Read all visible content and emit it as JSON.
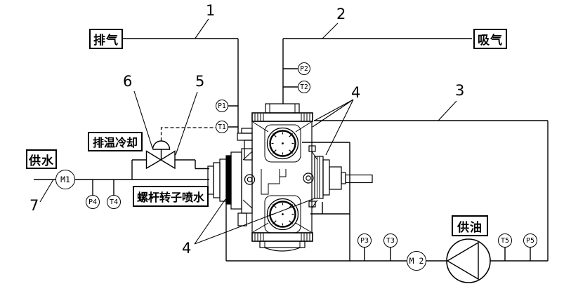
{
  "diagram_type": "screw-compressor-test-rig-PID",
  "labels": {
    "exhaust": "排气",
    "suction": "吸气",
    "water_supply": "供水",
    "oil_supply": "供油",
    "discharge_temp_cooling": "排温冷却",
    "rotor_water_spray": "螺杆转子喷水"
  },
  "instruments": {
    "P1": "P1",
    "T1": "T1",
    "P2": "P2",
    "T2": "T2",
    "P3": "P3",
    "T3": "T3",
    "P4": "P4",
    "T4": "T4",
    "P5": "P5",
    "T5": "T5",
    "M1": "M1",
    "M2": "M 2"
  },
  "callouts": {
    "c1": "1",
    "c2": "2",
    "c3": "3",
    "c4": "4",
    "c5": "5",
    "c6": "6",
    "c7": "7"
  },
  "colors": {
    "line": "#000000",
    "background": "#ffffff",
    "text": "#000000"
  }
}
